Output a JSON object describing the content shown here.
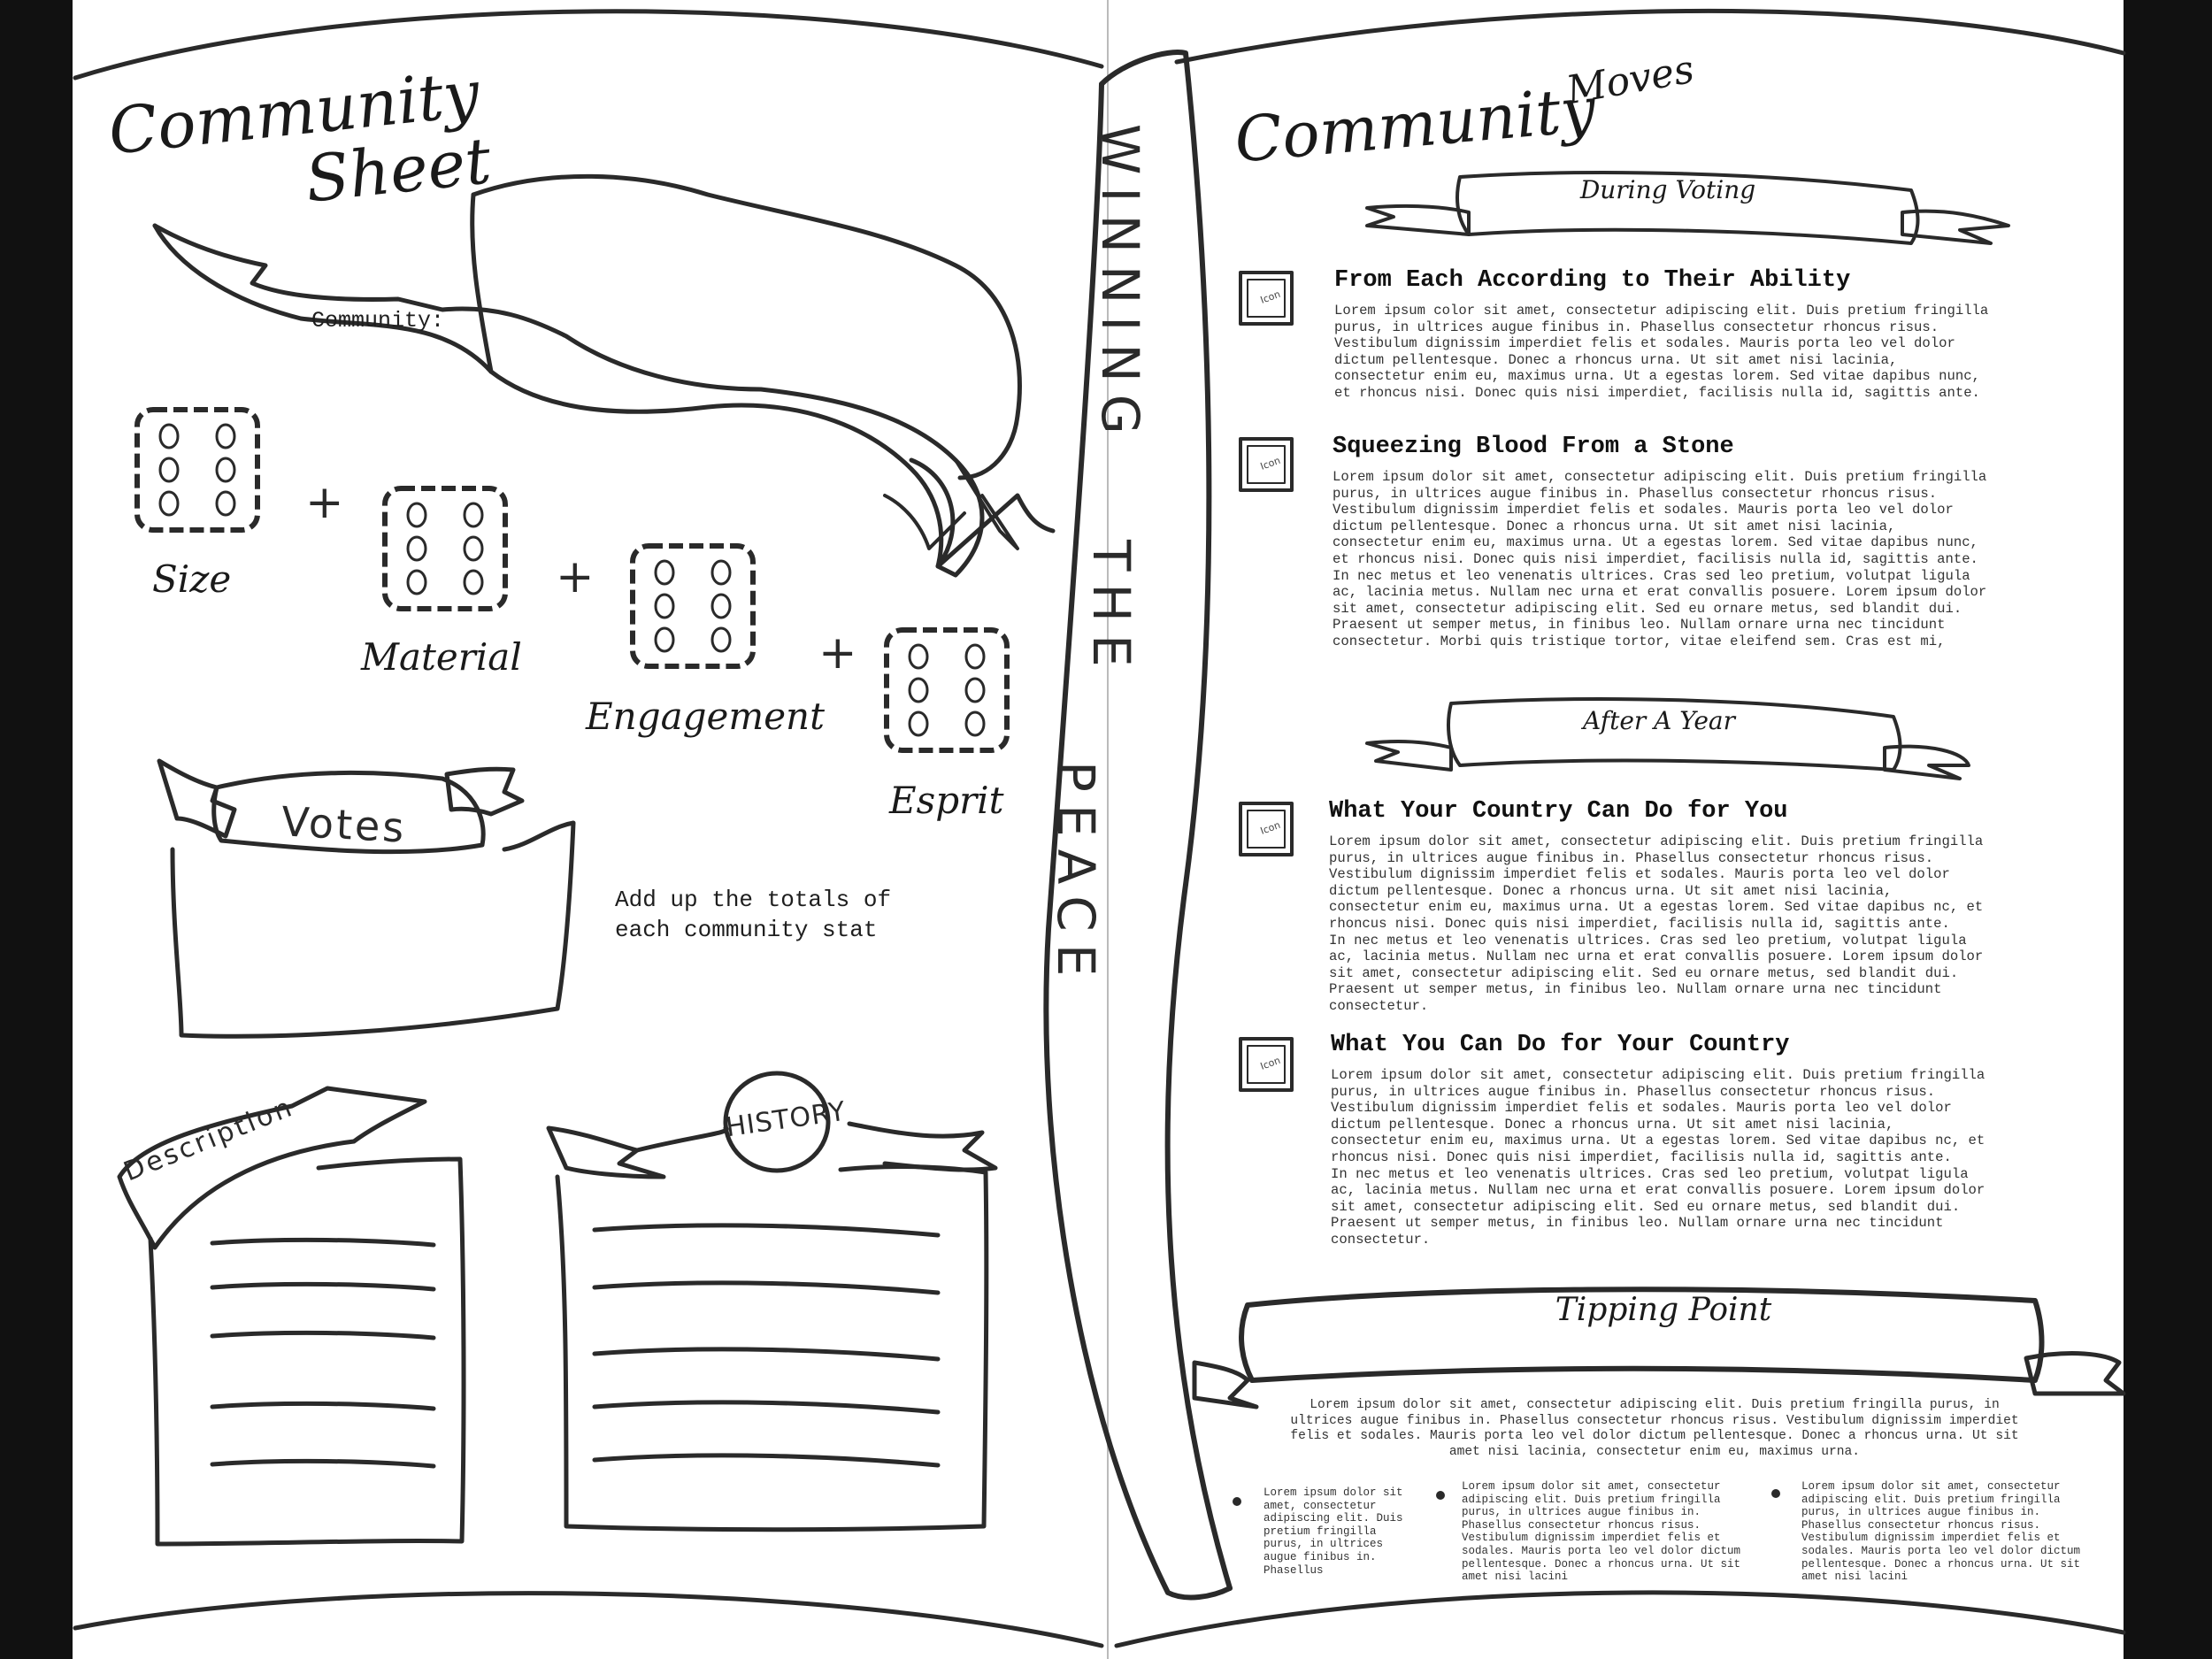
{
  "left_page": {
    "title_line1": "Community",
    "title_line2": "Sheet",
    "community_label": "Community:",
    "stats": [
      {
        "name": "Size",
        "die_face": 6
      },
      {
        "name": "Material",
        "die_face": 6
      },
      {
        "name": "Engagement",
        "die_face": 6
      },
      {
        "name": "Esprit",
        "die_face": 6
      }
    ],
    "plus_sign": "+",
    "votes_label": "Votes",
    "votes_hint_line1": "Add up the totals of",
    "votes_hint_line2": "each community stat",
    "description_label": "Description",
    "history_label": "HISTORY"
  },
  "spine": {
    "word1": "WINNING",
    "word2": "THE",
    "word3": "PEACE"
  },
  "right_page": {
    "title": "Community",
    "title_suffix": "Moves",
    "sections": [
      {
        "heading": "During Voting",
        "moves": [
          {
            "checkbox": "Icon",
            "title": "From Each According to Their Ability",
            "text": "Lorem ipsum color sit amet, consectetur adipiscing elit. Duis pretium fringilla\npurus, in ultrices augue finibus in. Phasellus consectetur rhoncus risus.\nVestibulum dignissim imperdiet felis et sodales. Mauris porta leo vel dolor\ndictum pellentesque. Donec a rhoncus urna. Ut sit amet nisi lacinia,\nconsectetur enim eu, maximus urna. Ut a egestas lorem. Sed vitae dapibus nunc,\net rhoncus nisi. Donec quis nisi imperdiet, facilisis nulla id, sagittis ante."
          },
          {
            "checkbox": "Icon",
            "title": "Squeezing Blood From a Stone",
            "text": "Lorem ipsum dolor sit amet, consectetur adipiscing elit. Duis pretium fringilla\npurus, in ultrices augue finibus in. Phasellus consectetur rhoncus risus.\nVestibulum dignissim imperdiet felis et sodales. Mauris porta leo vel dolor\ndictum pellentesque. Donec a rhoncus urna. Ut sit amet nisi lacinia,\nconsectetur enim eu, maximus urna. Ut a egestas lorem. Sed vitae dapibus nunc,\net rhoncus nisi. Donec quis nisi imperdiet, facilisis nulla id, sagittis ante.\nIn nec metus et leo venenatis ultrices. Cras sed leo pretium, volutpat ligula\nac, lacinia metus. Nullam nec urna et erat convallis posuere. Lorem ipsum dolor\nsit amet, consectetur adipiscing elit. Sed eu ornare metus, sed blandit dui.\nPraesent ut semper metus, in finibus leo. Nullam ornare urna nec tincidunt\nconsectetur. Morbi quis tristique tortor, vitae eleifend sem. Cras est mi,"
          }
        ]
      },
      {
        "heading": "After A Year",
        "moves": [
          {
            "checkbox": "Icon",
            "title": "What Your Country Can Do for You",
            "text": "Lorem ipsum dolor sit amet, consectetur adipiscing elit. Duis pretium fringilla\npurus, in ultrices augue finibus in. Phasellus consectetur rhoncus risus.\nVestibulum dignissim imperdiet felis et sodales. Mauris porta leo vel dolor\ndictum pellentesque. Donec a rhoncus urna. Ut sit amet nisi lacinia,\nconsectetur enim eu, maximus urna. Ut a egestas lorem. Sed vitae dapibus nc, et\nrhoncus nisi. Donec quis nisi imperdiet, facilisis nulla id, sagittis ante.\nIn nec metus et leo venenatis ultrices. Cras sed leo pretium, volutpat ligula\nac, lacinia metus. Nullam nec urna et erat convallis posuere. Lorem ipsum dolor\nsit amet, consectetur adipiscing elit. Sed eu ornare metus, sed blandit dui.\nPraesent ut semper metus, in finibus leo. Nullam ornare urna nec tincidunt\nconsectetur."
          },
          {
            "checkbox": "Icon",
            "title": "What You Can Do for Your Country",
            "text": "Lorem ipsum dolor sit amet, consectetur adipiscing elit. Duis pretium fringilla\npurus, in ultrices augue finibus in. Phasellus consectetur rhoncus risus.\nVestibulum dignissim imperdiet felis et sodales. Mauris porta leo vel dolor\ndictum pellentesque. Donec a rhoncus urna. Ut sit amet nisi lacinia,\nconsectetur enim eu, maximus urna. Ut a egestas lorem. Sed vitae dapibus nc, et\nrhoncus nisi. Donec quis nisi imperdiet, facilisis nulla id, sagittis ante.\nIn nec metus et leo venenatis ultrices. Cras sed leo pretium, volutpat ligula\nac, lacinia metus. Nullam nec urna et erat convallis posuere. Lorem ipsum dolor\nsit amet, consectetur adipiscing elit. Sed eu ornare metus, sed blandit dui.\nPraesent ut semper metus, in finibus leo. Nullam ornare urna nec tincidunt\nconsectetur."
          }
        ]
      }
    ],
    "tipping_point": {
      "heading": "Tipping Point",
      "text": "Lorem ipsum dolor sit amet, consectetur adipiscing elit. Duis pretium fringilla purus, in\nultrices augue finibus in. Phasellus consectetur rhoncus risus. Vestibulum dignissim imperdiet\nfelis et sodales. Mauris porta leo vel dolor dictum pellentesque. Donec a rhoncus urna. Ut sit\namet nisi lacinia, consectetur enim eu, maximus urna.",
      "bullets": [
        "Lorem ipsum dolor sit\namet, consectetur\nadipiscing elit. Duis\npretium fringilla\npurus, in ultrices\naugue finibus in.\nPhasellus",
        "Lorem ipsum dolor sit amet, consectetur\nadipiscing elit. Duis pretium fringilla\npurus, in ultrices augue finibus in.\nPhasellus consectetur rhoncus risus.\nVestibulum dignissim imperdiet felis et\nsodales. Mauris porta leo vel dolor dictum\npellentesque. Donec a rhoncus urna. Ut sit\namet nisi lacini",
        "Lorem ipsum dolor sit amet, consectetur\nadipiscing elit. Duis pretium fringilla\npurus, in ultrices augue finibus in.\nPhasellus consectetur rhoncus risus.\nVestibulum dignissim imperdiet felis et\nsodales. Mauris porta leo vel dolor dictum\npellentesque. Donec a rhoncus urna. Ut sit\namet nisi lacini"
      ]
    }
  },
  "colors": {
    "background": "#111111",
    "paper": "#ffffff",
    "ink": "#2a2a2a"
  }
}
